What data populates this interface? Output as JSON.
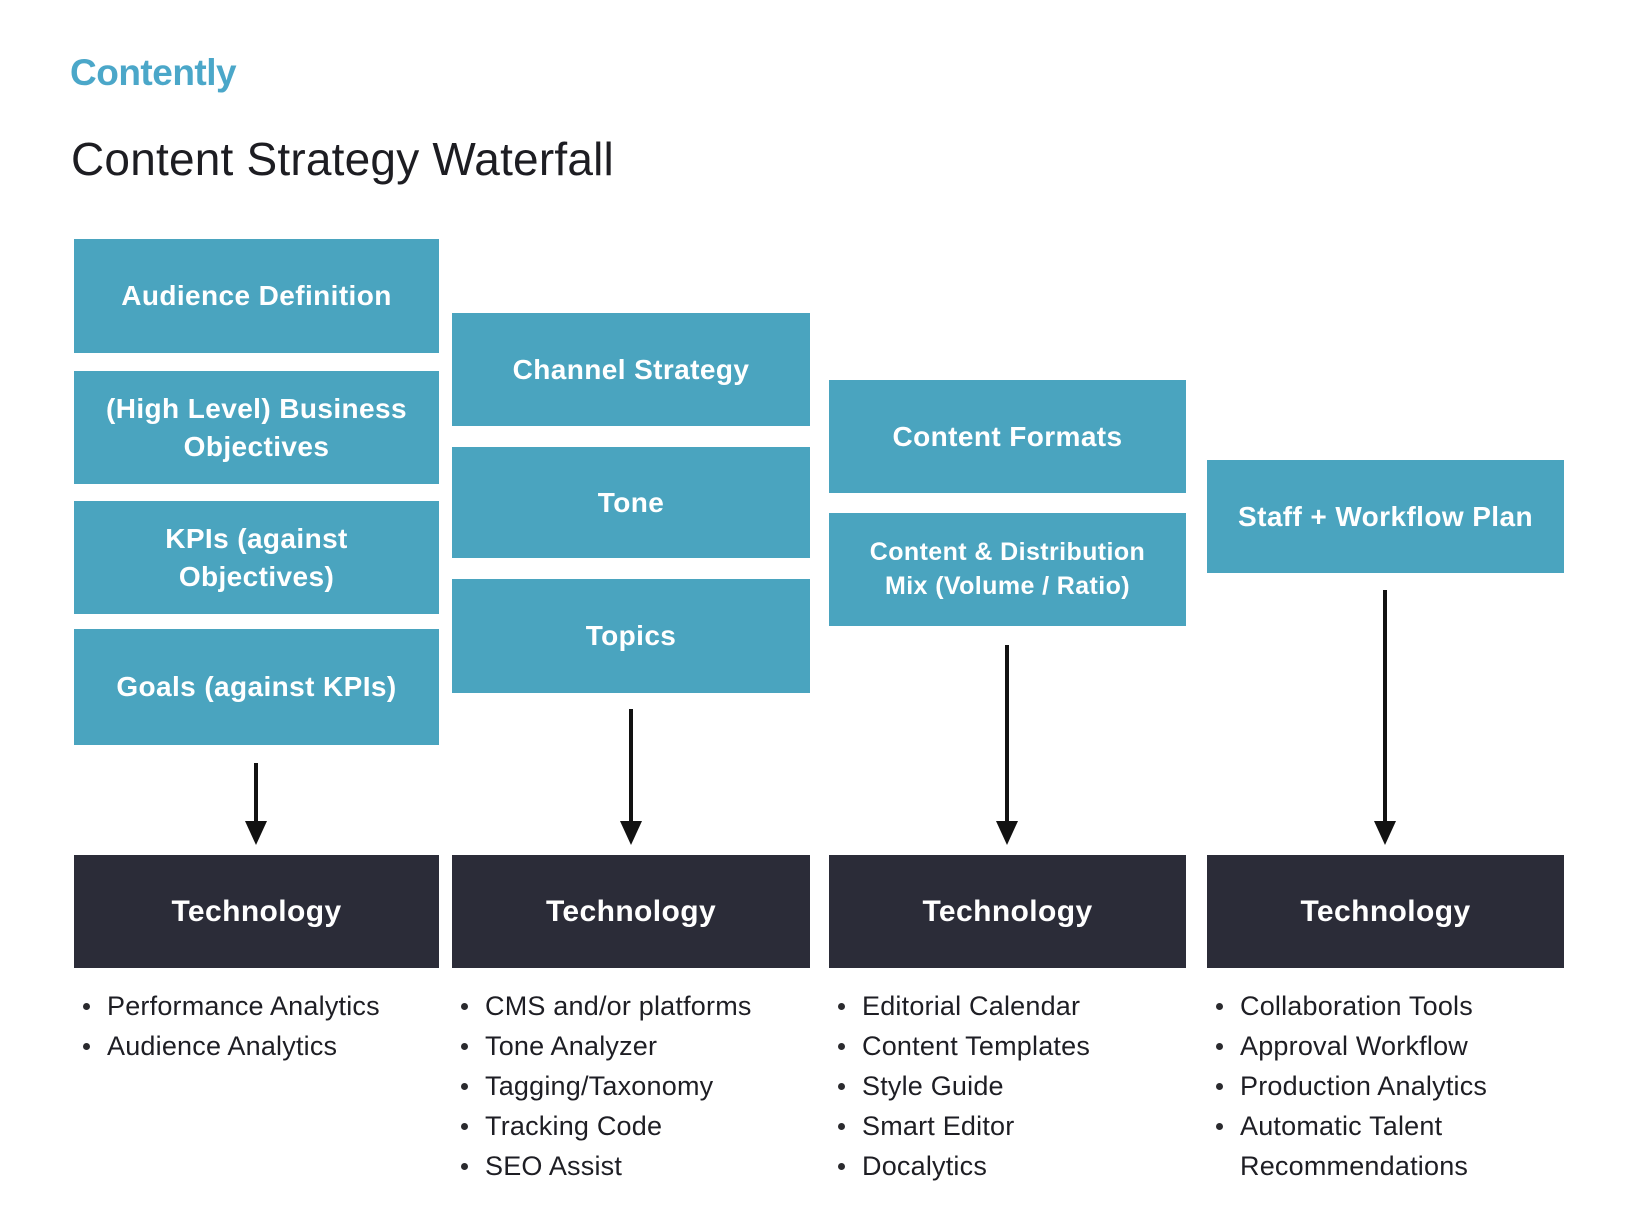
{
  "logo": "Contently",
  "title": "Content Strategy Waterfall",
  "colors": {
    "teal": "#4AA4BF",
    "dark": "#2B2C38",
    "logo_teal": "#4BA7C9",
    "text": "#1E1E24",
    "arrow": "#121212",
    "background": "#FFFFFF"
  },
  "columns": [
    {
      "boxes": [
        "Audience Definition",
        "(High Level) Business Objectives",
        "KPIs (against Objectives)",
        "Goals (against KPIs)"
      ],
      "tech_label": "Technology",
      "bullets": [
        "Performance Analytics",
        "Audience Analytics"
      ]
    },
    {
      "boxes": [
        "Channel Strategy",
        "Tone",
        "Topics"
      ],
      "tech_label": "Technology",
      "bullets": [
        "CMS and/or platforms",
        "Tone Analyzer",
        "Tagging/Taxonomy",
        "Tracking Code",
        "SEO Assist"
      ]
    },
    {
      "boxes": [
        "Content Formats",
        "Content & Distribution Mix (Volume / Ratio)"
      ],
      "tech_label": "Technology",
      "bullets": [
        "Editorial Calendar",
        "Content Templates",
        "Style Guide",
        "Smart Editor",
        "Docalytics"
      ]
    },
    {
      "boxes": [
        "Staff + Workflow Plan"
      ],
      "tech_label": "Technology",
      "bullets": [
        "Collaboration Tools",
        "Approval Workflow",
        "Production Analytics",
        "Automatic Talent Recommendations"
      ]
    }
  ]
}
